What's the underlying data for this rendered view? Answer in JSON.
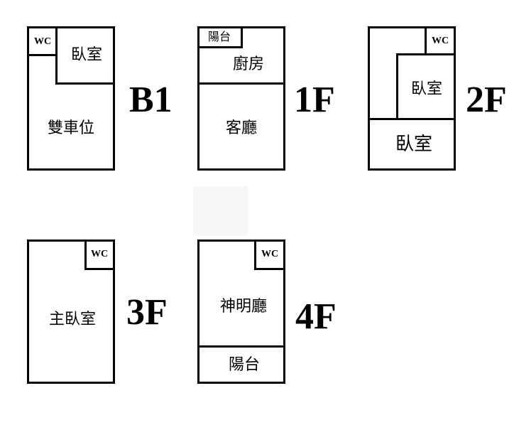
{
  "plans": {
    "b1": {
      "floor": "B1",
      "wc": "WC",
      "bedroom": "臥室",
      "garage": "雙車位"
    },
    "f1": {
      "floor": "1F",
      "balcony": "陽台",
      "kitchen": "廚房",
      "living": "客廳"
    },
    "f2": {
      "floor": "2F",
      "wc": "WC",
      "bedroom_upper": "臥室",
      "bedroom_lower": "臥室"
    },
    "f3": {
      "floor": "3F",
      "wc": "WC",
      "master_bedroom": "主臥室"
    },
    "f4": {
      "floor": "4F",
      "wc": "WC",
      "shrine_hall": "神明廳",
      "balcony": "陽台"
    }
  }
}
